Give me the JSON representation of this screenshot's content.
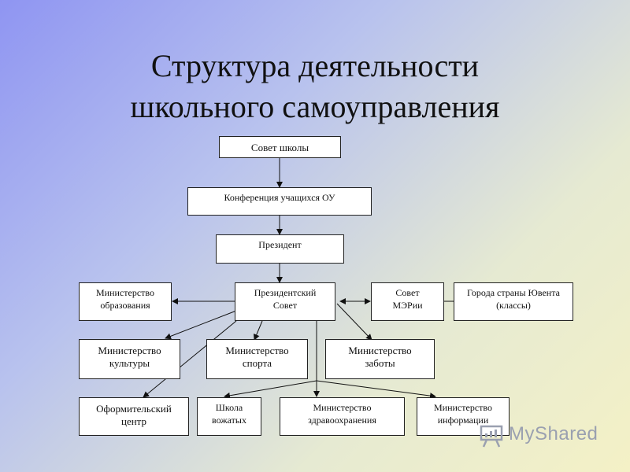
{
  "title": {
    "line1": "Структура деятельности",
    "line2": "школьного самоуправления"
  },
  "nodes": {
    "sovet_shkoly": "Совет школы",
    "konferencia": "Конференция учащихся ОУ",
    "prezident": "Президент",
    "ministerstvo_obrazovania": [
      "Министерство",
      "образования"
    ],
    "prezidentsky_sovet": [
      "Президентский",
      "Совет"
    ],
    "sovet_meri": [
      "Совет",
      "МЭРии"
    ],
    "goroda": [
      "Города страны Ювента",
      "(классы)"
    ],
    "ministerstvo_kultury": [
      "Министерство",
      "культуры"
    ],
    "ministerstvo_sporta": [
      "Министерство",
      "спорта"
    ],
    "ministerstvo_zaboty": [
      "Министерство",
      "заботы"
    ],
    "oformitelsky_centr": [
      "Оформительский",
      "центр"
    ],
    "shkola_vozhatyh": [
      "Школа",
      "вожатых"
    ],
    "ministerstvo_zdravoohranenia": [
      "Министерство",
      "здравоохранения"
    ],
    "ministerstvo_informacii": [
      "Министерство",
      "информации"
    ]
  },
  "watermark": {
    "text": "MyShared",
    "icon": "presentation-board-icon"
  }
}
